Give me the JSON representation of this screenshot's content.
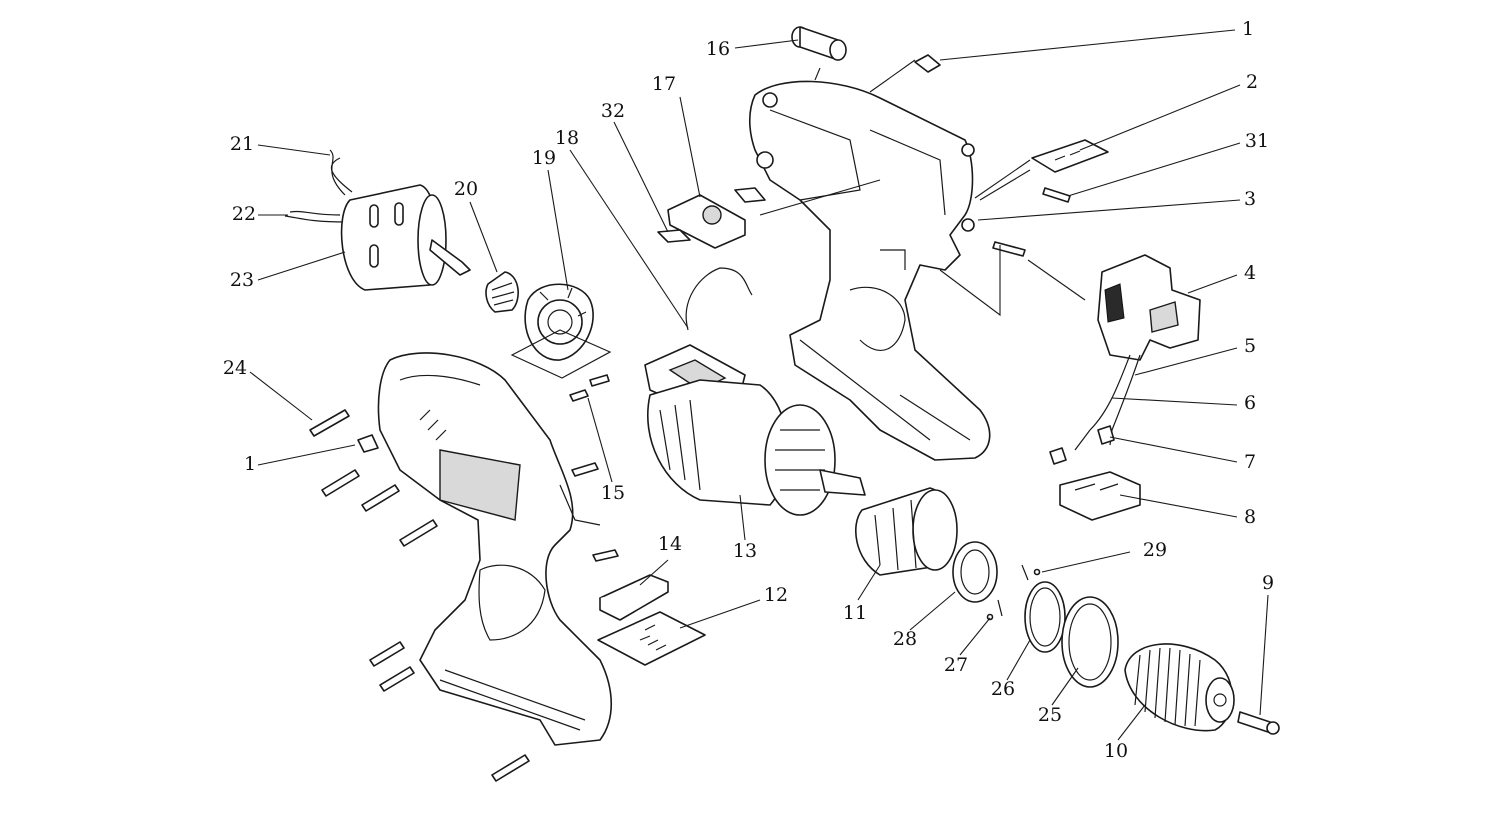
{
  "diagram": {
    "callouts": [
      {
        "id": "c1a",
        "label": "1"
      },
      {
        "id": "c2",
        "label": "2"
      },
      {
        "id": "c31",
        "label": "31"
      },
      {
        "id": "c3",
        "label": "3"
      },
      {
        "id": "c4",
        "label": "4"
      },
      {
        "id": "c5",
        "label": "5"
      },
      {
        "id": "c6",
        "label": "6"
      },
      {
        "id": "c7",
        "label": "7"
      },
      {
        "id": "c8",
        "label": "8"
      },
      {
        "id": "c9",
        "label": "9"
      },
      {
        "id": "c10",
        "label": "10"
      },
      {
        "id": "c25",
        "label": "25"
      },
      {
        "id": "c26",
        "label": "26"
      },
      {
        "id": "c27",
        "label": "27"
      },
      {
        "id": "c28",
        "label": "28"
      },
      {
        "id": "c29",
        "label": "29"
      },
      {
        "id": "c11",
        "label": "11"
      },
      {
        "id": "c12",
        "label": "12"
      },
      {
        "id": "c13",
        "label": "13"
      },
      {
        "id": "c14",
        "label": "14"
      },
      {
        "id": "c15",
        "label": "15"
      },
      {
        "id": "c16",
        "label": "16"
      },
      {
        "id": "c17",
        "label": "17"
      },
      {
        "id": "c18",
        "label": "18"
      },
      {
        "id": "c19",
        "label": "19"
      },
      {
        "id": "c20",
        "label": "20"
      },
      {
        "id": "c21",
        "label": "21"
      },
      {
        "id": "c22",
        "label": "22"
      },
      {
        "id": "c23",
        "label": "23"
      },
      {
        "id": "c24",
        "label": "24"
      },
      {
        "id": "c1b",
        "label": "1"
      },
      {
        "id": "c32",
        "label": "32"
      }
    ]
  }
}
